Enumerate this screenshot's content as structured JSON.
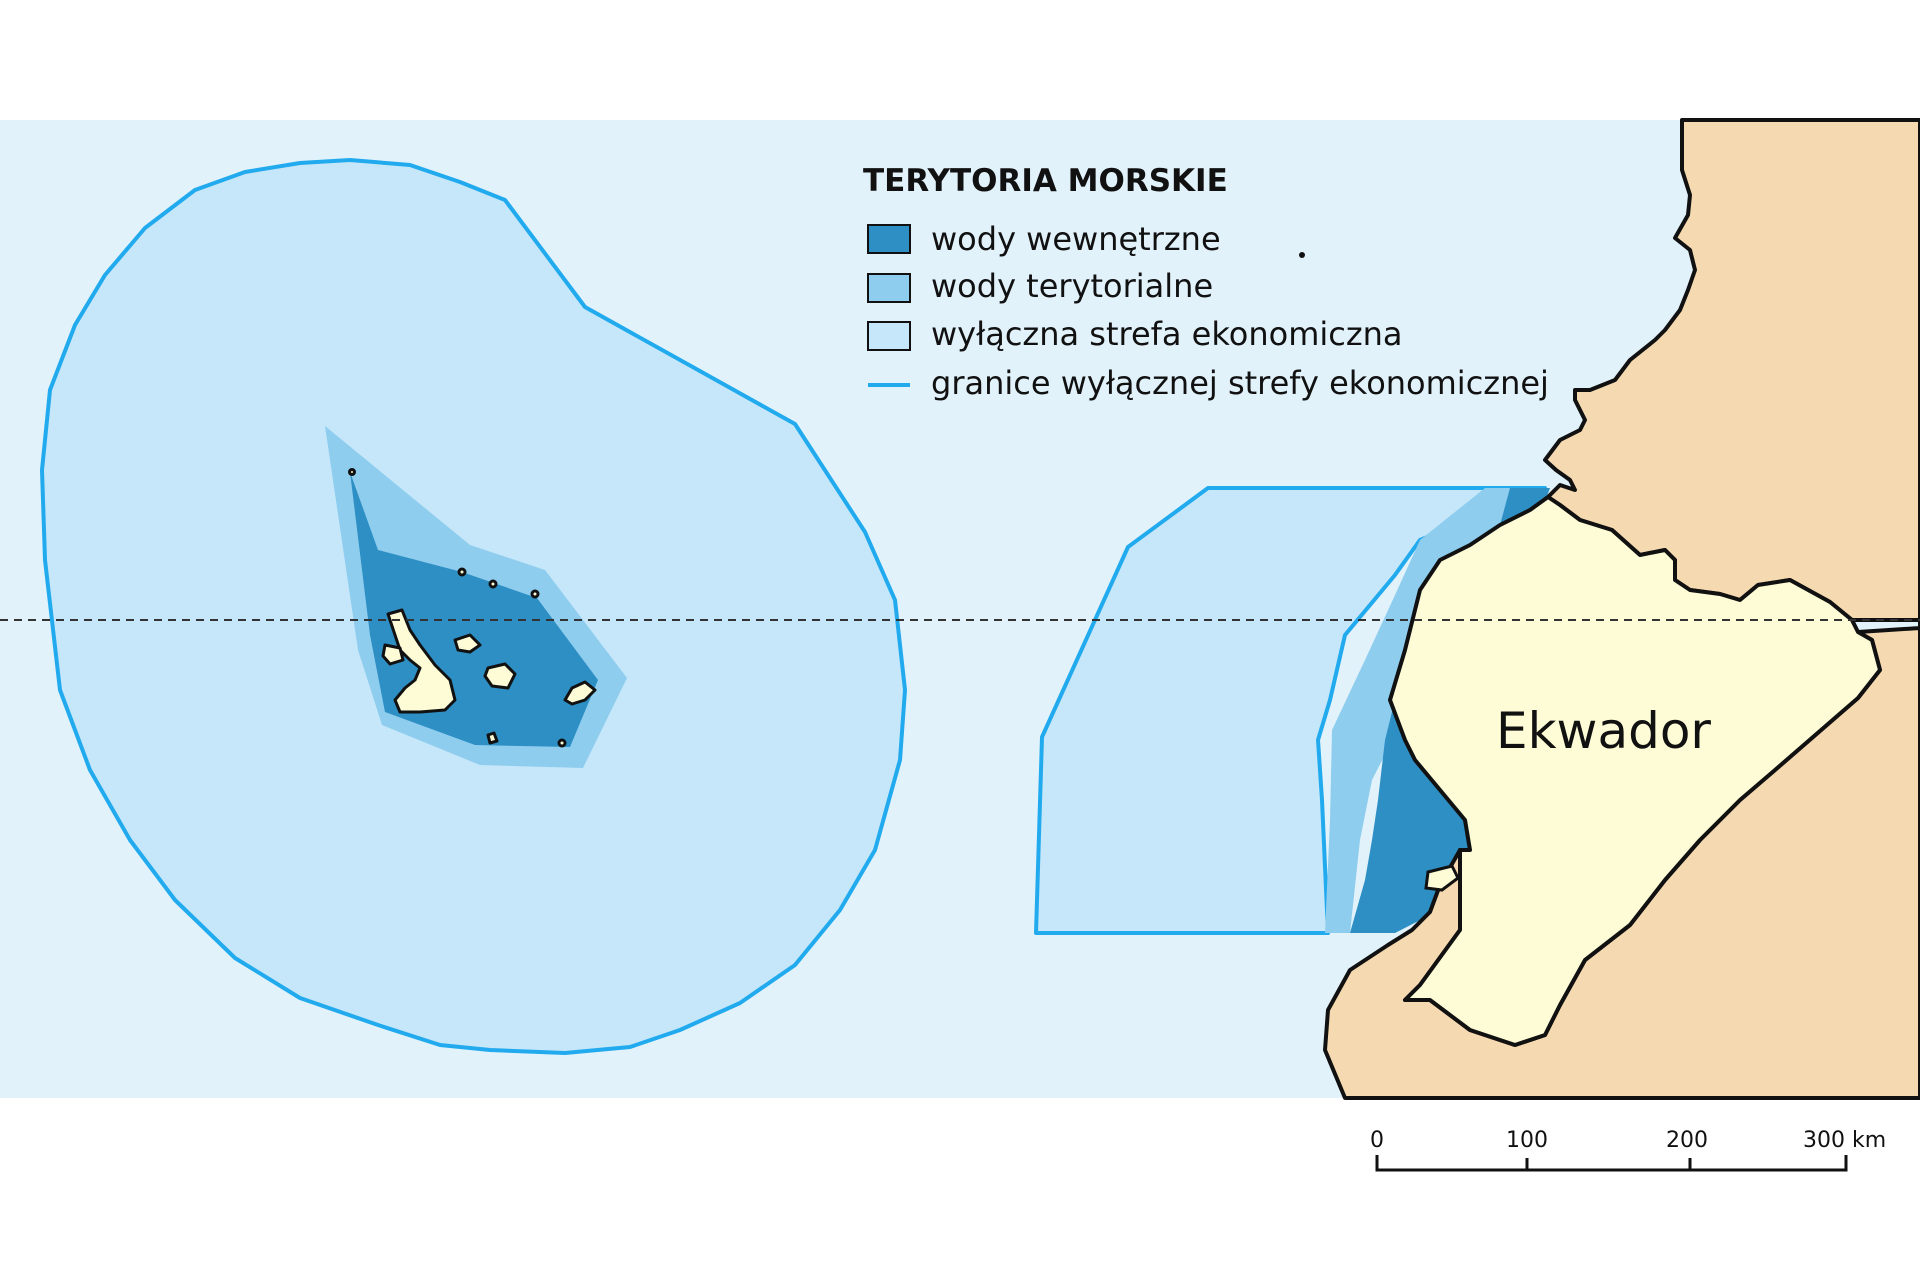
{
  "colors": {
    "background": "#ffffff",
    "sea": "#e1f2fb",
    "eez": "#c5e7f9",
    "territorial_waters": "#8fcdef",
    "internal_waters": "#2d8fc4",
    "eez_boundary": "#22aaee",
    "ecuador_land": "#fefcd6",
    "neighbor_land": "#f5d9b1",
    "coast_outline": "#111111",
    "equator_line": "#333333"
  },
  "legend": {
    "title": "TERYTORIA MORSKIE",
    "items": [
      {
        "label": "wody wewnętrzne",
        "swatch": "internal_waters"
      },
      {
        "label": "wody terytorialne",
        "swatch": "territorial_waters"
      },
      {
        "label": "wyłączna strefa ekonomiczna",
        "swatch": "eez"
      },
      {
        "label": "granice wyłącznej strefy ekonomicznej",
        "swatch": "eez_boundary_line"
      }
    ]
  },
  "labels": {
    "country": "Ekwador"
  },
  "scale_bar": {
    "ticks": [
      "0",
      "100",
      "200",
      "300 km"
    ]
  },
  "features": {
    "equator": "dashed-line",
    "galapagos_islands": "land-polygons",
    "mainland": "Ecuador-and-neighbors"
  }
}
